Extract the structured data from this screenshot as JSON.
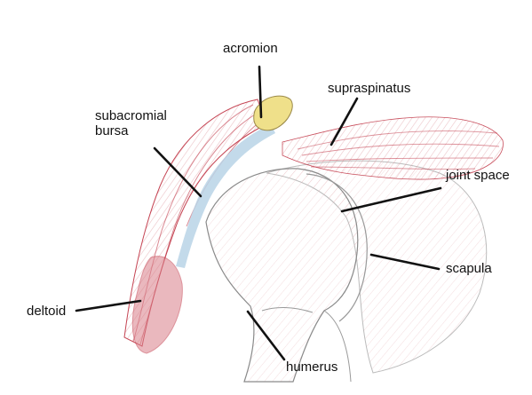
{
  "labels": {
    "acromion": "acromion",
    "supraspinatus": "supraspinatus",
    "subacromial_line1": "subacromial",
    "subacromial_line2": "bursa",
    "joint_space": "joint space",
    "scapula": "scapula",
    "deltoid": "deltoid",
    "humerus": "humerus"
  },
  "colors": {
    "muscle": "#c23a4a",
    "muscle_light": "#e7a7ad",
    "bursa": "#b9d3e6",
    "acromion_fill": "#efe08a",
    "bone_outline": "#8a8a8a",
    "leader": "#111111"
  }
}
